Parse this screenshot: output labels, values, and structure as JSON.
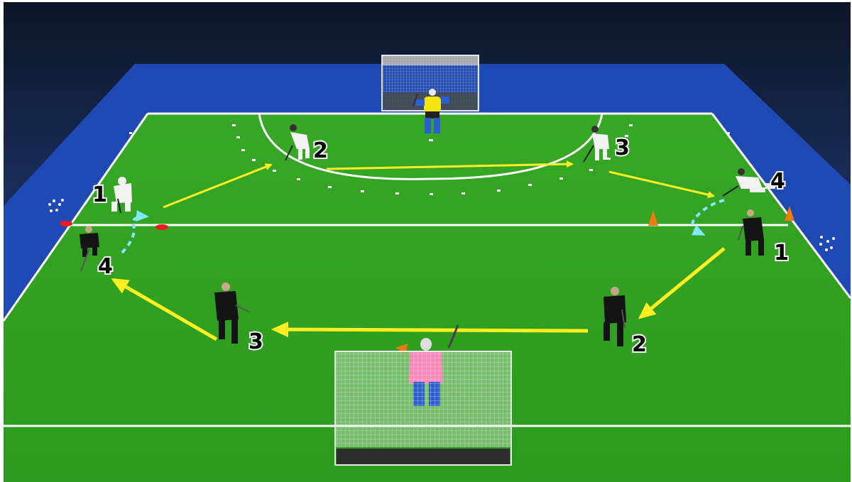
{
  "diagram": {
    "colors": {
      "background_top": "#101a30",
      "background_bottom": "#1a3264",
      "surround": "#1f49b4",
      "pitch": "#2ea01e",
      "pitch_light": "#3cb02a",
      "lines": "#ffffff",
      "pass_arrow": "#ffee22",
      "dribble_arrow": "#7fe8ff",
      "white_team": "#f2f2f2",
      "black_team": "#141414",
      "goalkeeper_top": "#f5e414",
      "goalkeeper_bottom": "#ff88bb",
      "cone": "#f07a10",
      "marker": "#ee1b1b"
    },
    "white_team_labels": [
      "1",
      "2",
      "3",
      "4"
    ],
    "black_team_labels": [
      "1",
      "2",
      "3",
      "4"
    ]
  }
}
